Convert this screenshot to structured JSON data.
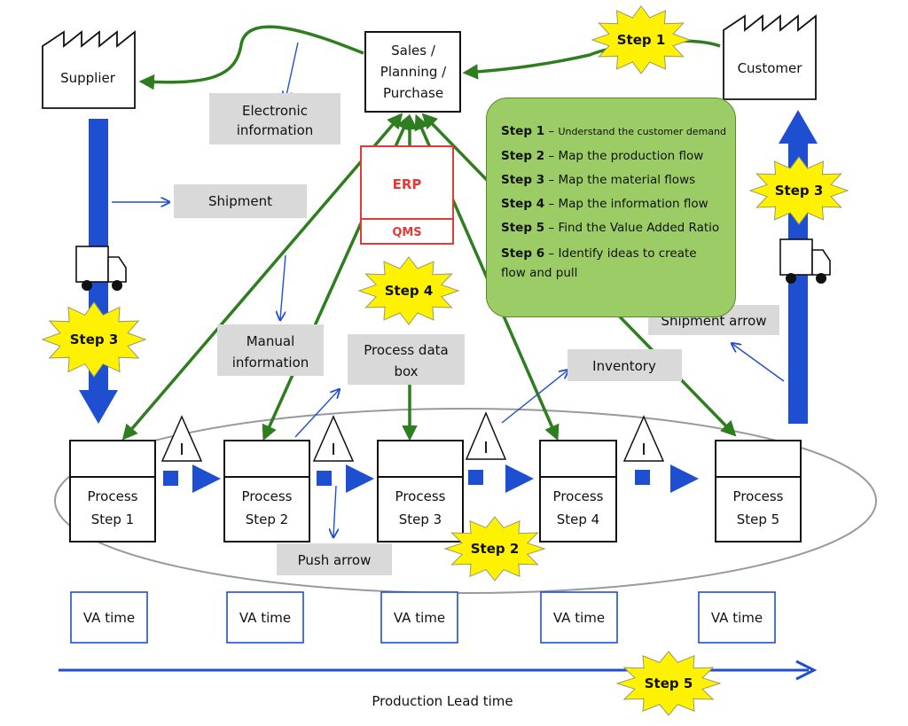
{
  "nodes": {
    "supplier": "Supplier",
    "customer": "Customer",
    "sales": [
      "Sales /",
      "Planning /",
      "Purchase"
    ],
    "erp": "ERP",
    "qms": "QMS",
    "inventory_symbol": "I"
  },
  "labels": {
    "electronic_information": [
      "Electronic",
      "information"
    ],
    "shipment": "Shipment",
    "manual_information": [
      "Manual",
      "information"
    ],
    "process_data_box": [
      "Process data",
      "box"
    ],
    "inventory": "Inventory",
    "shipment_arrow": "Shipment arrow",
    "push_arrow": "Push arrow",
    "production_lead_time": "Production Lead time"
  },
  "process_steps": [
    [
      "Process",
      "Step 1"
    ],
    [
      "Process",
      "Step 2"
    ],
    [
      "Process",
      "Step 3"
    ],
    [
      "Process",
      "Step 4"
    ],
    [
      "Process",
      "Step 5"
    ]
  ],
  "va_time": [
    "VA time",
    "VA time",
    "VA time",
    "VA time",
    "VA time"
  ],
  "stars": {
    "step1": "Step 1",
    "step2": "Step 2",
    "step3_left": "Step 3",
    "step3_right": "Step 3",
    "step4": "Step 4",
    "step5": "Step 5"
  },
  "legend": [
    {
      "key": "Step 1",
      "desc": "Understand the customer demand"
    },
    {
      "key": "Step 2",
      "desc": "Map the production flow"
    },
    {
      "key": "Step 3",
      "desc": "Map the material flows"
    },
    {
      "key": "Step 4",
      "desc": "Map the information flow"
    },
    {
      "key": "Step 5",
      "desc": "Find the Value Added Ratio"
    },
    {
      "key": "Step 6",
      "desc": "Identify ideas to create flow and pull"
    }
  ],
  "colors": {
    "green": "#2e7d1f",
    "blue": "#1f4fd1",
    "star": "#fff200",
    "label_bg": "#d9d9d9",
    "erp_red": "#e53935",
    "legend_bg": "#9ccc65"
  }
}
